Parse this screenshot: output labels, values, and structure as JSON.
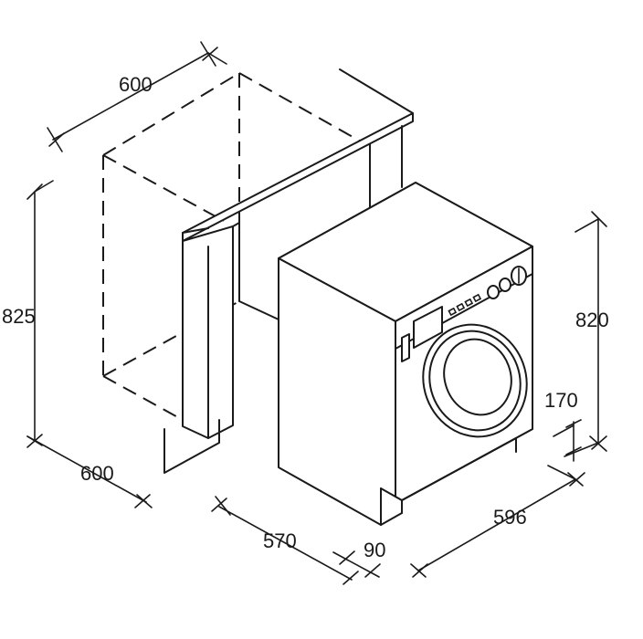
{
  "dimensions": {
    "cabinet_width": "600",
    "cabinet_height": "825",
    "cabinet_depth": "600",
    "machine_depth": "570",
    "door_offset": "90",
    "machine_width": "596",
    "machine_height": "820",
    "plinth_height": "170"
  }
}
